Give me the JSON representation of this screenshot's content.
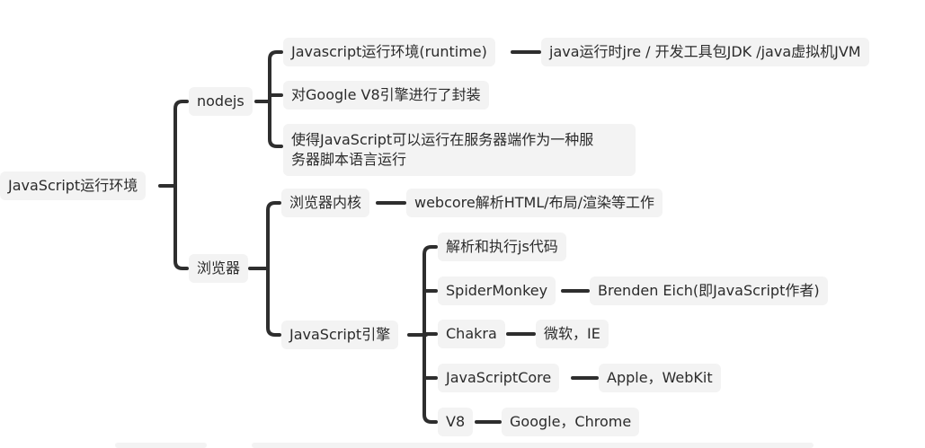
{
  "colors": {
    "line": "#2e2e2e",
    "node_bg": "#f3f3f3",
    "text": "#2b2b2b"
  },
  "root": {
    "label": "JavaScript运行环境"
  },
  "nodejs": {
    "label": "nodejs",
    "runtime": "Javascript运行环境(runtime)",
    "runtime_compare": "java运行时jre / 开发工具包JDK /java虚拟机JVM",
    "v8_wrap": "对Google V8引擎进行了封装",
    "server_line1": "使得JavaScript可以运行在服务器端作为一种服",
    "server_line2": "务器脚本语言运行"
  },
  "browser": {
    "label": "浏览器",
    "kernel": "浏览器内核",
    "kernel_desc": "webcore解析HTML/布局/渲染等工作",
    "engine": "JavaScript引擎",
    "engine_desc": "解析和执行js代码",
    "engines": [
      {
        "name": "SpiderMonkey",
        "info": "Brenden Eich(即JavaScript作者)"
      },
      {
        "name": "Chakra",
        "info": "微软，IE"
      },
      {
        "name": "JavaScriptCore",
        "info": "Apple，WebKit"
      },
      {
        "name": "V8",
        "info": "Google，Chrome"
      }
    ]
  }
}
